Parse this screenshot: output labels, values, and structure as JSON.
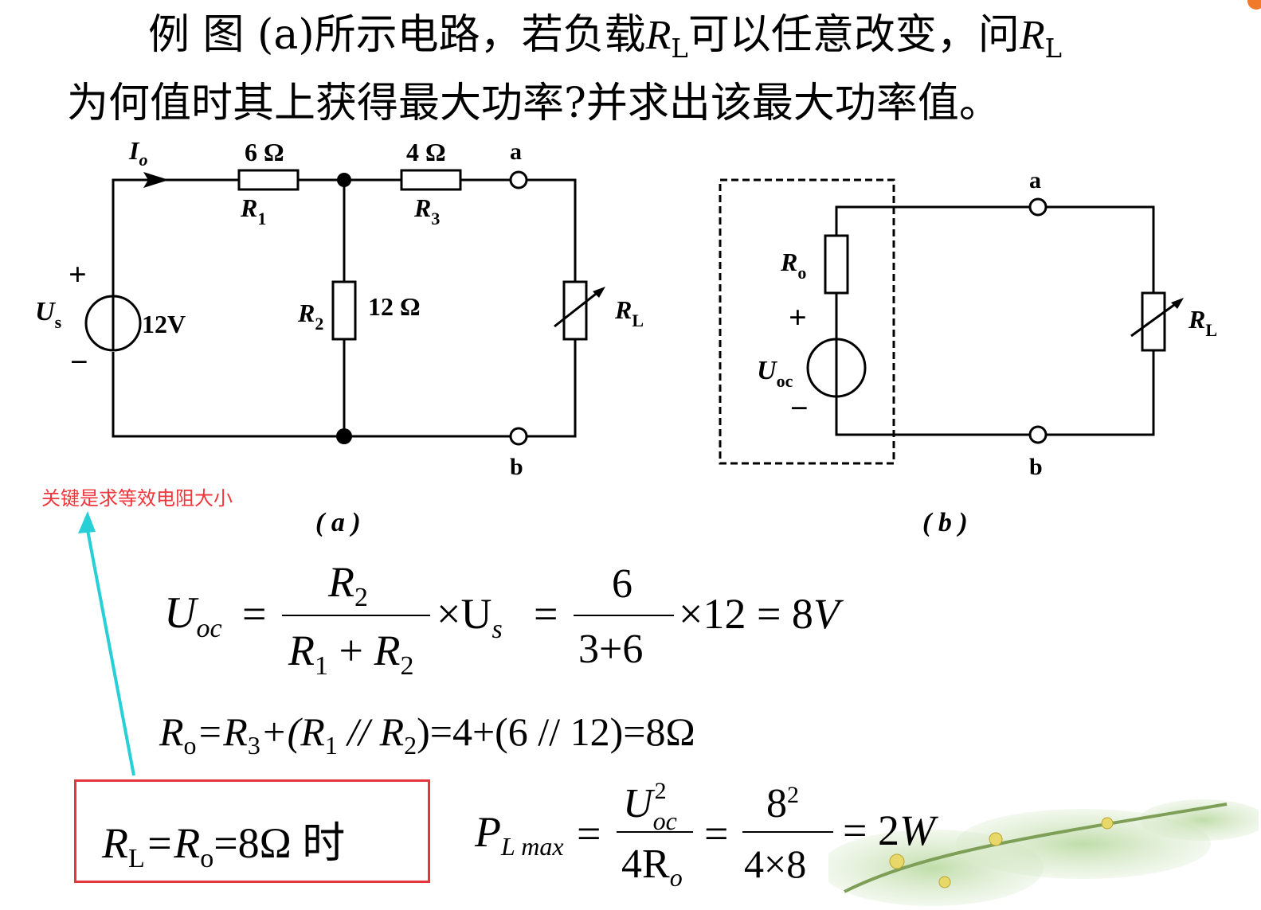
{
  "problem": {
    "line1_a": "例 图 (a)所示电路，若负载",
    "line1_r": "R",
    "line1_sub": "L",
    "line1_b": "可以任意改变，问",
    "line1_r2": "R",
    "line1_sub2": "L",
    "line2": "为何值时其上获得最大功率?并求出该最大功率值。"
  },
  "circuit_a": {
    "I_main": "I",
    "I_sub": "o",
    "r1_value": "6 Ω",
    "r1_name": "R",
    "r1_sub": "1",
    "r3_value": "4 Ω",
    "r3_name": "R",
    "r3_sub": "3",
    "r2_value": "12 Ω",
    "r2_name": "R",
    "r2_sub": "2",
    "rl_name": "R",
    "rl_sub": "L",
    "us_name": "U",
    "us_sub": "s",
    "us_value": "12V",
    "plus": "+",
    "minus": "−",
    "node_a": "a",
    "node_b": "b",
    "caption": "( a )"
  },
  "circuit_b": {
    "ro_name": "R",
    "ro_sub": "o",
    "uoc_name": "U",
    "uoc_sub": "oc",
    "rl_name": "R",
    "rl_sub": "L",
    "plus": "+",
    "minus": "−",
    "node_a": "a",
    "node_b": "b",
    "caption": "( b )"
  },
  "note": "关键是求等效电阻大小",
  "eq1": {
    "lhs": "U",
    "lhs_sub": "oc",
    "eq": "=",
    "num1": "R",
    "num1_sub": "2",
    "den1_a": "R",
    "den1_a_sub": "1",
    "den1_plus": "+",
    "den1_b": "R",
    "den1_b_sub": "2",
    "times_us": "×U",
    "us_sub": "s",
    "eq2": "=",
    "num2": "6",
    "den2": "3+6",
    "tail": "×12 = 8",
    "tail_unit": "V"
  },
  "eq2": {
    "a": "R",
    "a_sub": "o",
    "b": "=R",
    "b_sub": "3",
    "c": "+(R",
    "c_sub": "1",
    "d": " // R",
    "d_sub": "2",
    "e": ")=4+(6 // 12)=8Ω"
  },
  "eq3": {
    "r": "R",
    "r_sub": "L",
    "eqr": "=R",
    "eqr_sub": "o",
    "tail": "=8Ω  时"
  },
  "eq4": {
    "p": "P",
    "p_sub": "L max",
    "eq": "=",
    "num1": "U",
    "num1_sup": "2",
    "num1_sub": "oc",
    "den1": "4R",
    "den1_sub": "o",
    "eq2": "=",
    "num2": "8",
    "num2_sup": "2",
    "den2": "4×8",
    "eq3": "= 2",
    "unit": "W"
  },
  "colors": {
    "note_red": "#f0363a",
    "box_red": "#e4373d",
    "arrow_cyan": "#27cfd6",
    "corner_orange": "#f07a2a"
  }
}
